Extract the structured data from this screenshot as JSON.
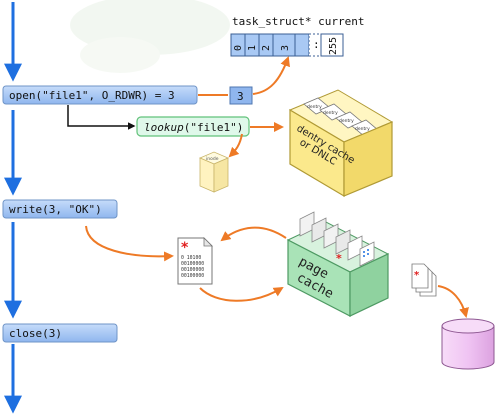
{
  "calls": {
    "open": "open(\"file1\", O_RDWR) = 3",
    "write": "write(3, \"OK\")",
    "close": "close(3)"
  },
  "task_struct": {
    "title": "task_struct* current",
    "slots": [
      "0",
      "1",
      "2",
      "3"
    ],
    "ellipsis": ":",
    "last": "255"
  },
  "fd_result": "3",
  "lookup": {
    "name": "lookup",
    "args": "(\"file1\")"
  },
  "dentry_cache": {
    "line1": "dentry cache",
    "line2": "or DNLC",
    "card_label": "dentry"
  },
  "inode_box": {
    "label": "inode"
  },
  "page_cache": {
    "line1": "page",
    "line2": "cache"
  },
  "user_buffer": {
    "star": "*",
    "bits": [
      "0 10100",
      "00100000",
      "00100000",
      "00100000"
    ]
  },
  "colors": {
    "flow_arrow": "#1e6fe0",
    "call_fill": "#a9c9f4",
    "call_stroke": "#6f94c7",
    "orange_arrow": "#ee7a26",
    "dentry_box_fill": "#fbe98c",
    "dentry_box_stroke": "#b09a35",
    "page_cache_fill": "#a9e3b7",
    "page_cache_stroke": "#4e9a63",
    "lookup_fill": "#dff8ea",
    "lookup_stroke": "#62c27a",
    "disk_fill": "#f4cdf6",
    "disk_stroke": "#8e5892",
    "star_red": "#e02020"
  }
}
